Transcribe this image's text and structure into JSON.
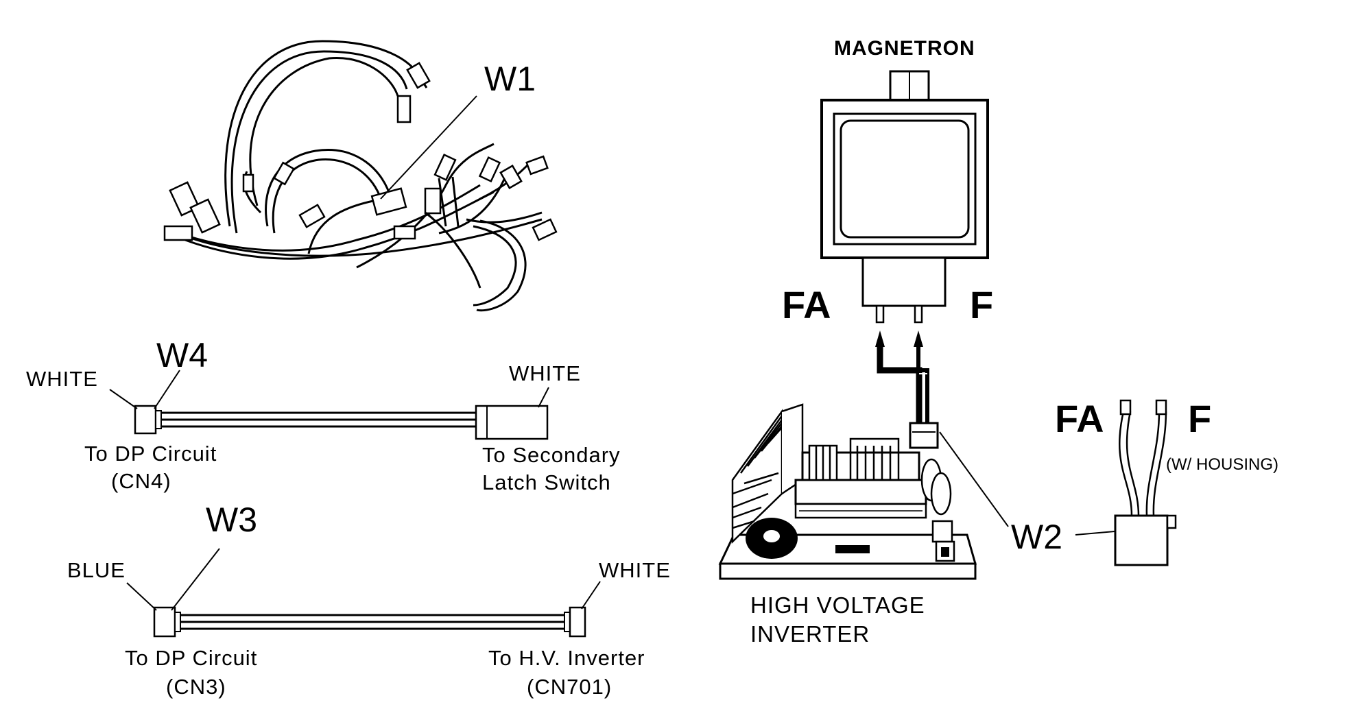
{
  "harness_w1": {
    "ref": "W1"
  },
  "cable_w4": {
    "ref": "W4",
    "left_color": "WHITE",
    "right_color": "WHITE",
    "left_dest_line1": "To DP Circuit",
    "left_dest_line2": "(CN4)",
    "right_dest_line1": "To Secondary",
    "right_dest_line2": "Latch Switch"
  },
  "cable_w3": {
    "ref": "W3",
    "left_color": "BLUE",
    "right_color": "WHITE",
    "left_dest_line1": "To DP Circuit",
    "left_dest_line2": "(CN3)",
    "right_dest_line1": "To H.V. Inverter",
    "right_dest_line2": "(CN701)"
  },
  "magnetron": {
    "title": "MAGNETRON",
    "terminal_left": "FA",
    "terminal_right": "F"
  },
  "inverter": {
    "title_line1": "HIGH VOLTAGE",
    "title_line2": "INVERTER"
  },
  "cable_w2": {
    "ref": "W2",
    "terminal_left": "FA",
    "terminal_right": "F",
    "note": "(W/ HOUSING)"
  }
}
